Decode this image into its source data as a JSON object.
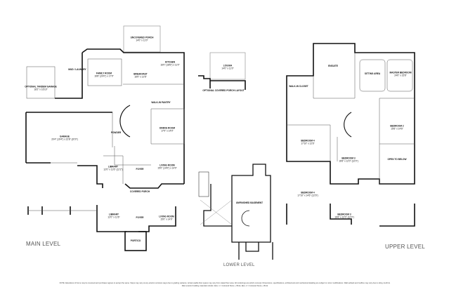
{
  "levels": {
    "main": "MAIN LEVEL",
    "upper": "UPPER LEVEL",
    "lower": "LOWER LEVEL"
  },
  "main_rooms": [
    {
      "name": "UNCOVERED PORCH",
      "size": "14'0\" x 11'0\""
    },
    {
      "name": "FAMILY ROOM",
      "size": "16'8\" (20'0\") x 17'0\""
    },
    {
      "name": "BREAKFAST",
      "size": "16'0\" x 12'6\""
    },
    {
      "name": "KITCHEN",
      "size": "16'0\" (18'6\") x 11'0\""
    },
    {
      "name": "OPTIONAL TANDEM GARAGE",
      "size": "18'2\" x 16'10\""
    },
    {
      "name": "GARAGE",
      "size": "20'4\" (19'4\") x 22'8\" (20'0\")"
    },
    {
      "name": "DINING ROOM",
      "size": "17'0\" x 14'0\""
    },
    {
      "name": "LIBRARY",
      "size": "12'0\" x 11'6\" (12'2\")"
    },
    {
      "name": "LIVING ROOM",
      "size": "15'0\" (14'0\") x 14'0\""
    },
    {
      "name": "FOYER",
      "size": ""
    },
    {
      "name": "COVERED PORCH",
      "size": ""
    },
    {
      "name": "MUD / LAUNDRY",
      "size": ""
    },
    {
      "name": "POWDER",
      "size": ""
    },
    {
      "name": "WALK-IN PANTRY",
      "size": ""
    }
  ],
  "alt_elevation": [
    {
      "name": "LIBRARY",
      "size": "12'0\" x 11'6\""
    },
    {
      "name": "FOYER",
      "size": ""
    },
    {
      "name": "LIVING ROOM",
      "size": "15'0\" x 14'0\""
    },
    {
      "name": "PORTICO",
      "size": ""
    }
  ],
  "loggia": {
    "name": "LOGGIA",
    "size": "14'0\" x 11'0\"",
    "caption": "OPTIONAL COVERED PORCH LAYOUT"
  },
  "upper_rooms": [
    {
      "name": "ENSUITE",
      "size": ""
    },
    {
      "name": "SITTING AREA",
      "size": ""
    },
    {
      "name": "MASTER BEDROOM",
      "size": "24'0\" x 15'6\""
    },
    {
      "name": "WALK-IN CLOSET",
      "size": ""
    },
    {
      "name": "BEDROOM 2",
      "size": "15'6\" x 14'6\""
    },
    {
      "name": "BEDROOM 4",
      "size": "17'10\" x 12'6\""
    },
    {
      "name": "BEDROOM 3",
      "size": "16'6\" x 12'0\" (12'0\")"
    },
    {
      "name": "OPEN TO BELOW",
      "size": ""
    }
  ],
  "alt_upper": [
    {
      "name": "BEDROOM 4",
      "size": "17'10\" x 14'6\" (12'6\")"
    },
    {
      "name": "BEDROOM 3",
      "size": "16'6\" x 12'0\" (12'0\")"
    }
  ],
  "lower_rooms": [
    {
      "name": "UNFINISHED BASEMENT",
      "size": ""
    }
  ],
  "footnote": "NOTE: Elevations of home may be reversed and purchaser agrees to accept the same. Steps may vary at any exterior entrance ways due to grading variance. Actual usable floor space may vary from stated floor area. All renderings are artist's concept. Dimensions, specifications, architectural and mechanical detailing are subject to minor modifications. Wall setback and roofline may vary due to siting. E.&O.E.",
  "footnote2": "Main exterior building materials include: Elev. 1 = Coloured Stone + Brick, Elev. 2 = Coloured Stone + Brick"
}
